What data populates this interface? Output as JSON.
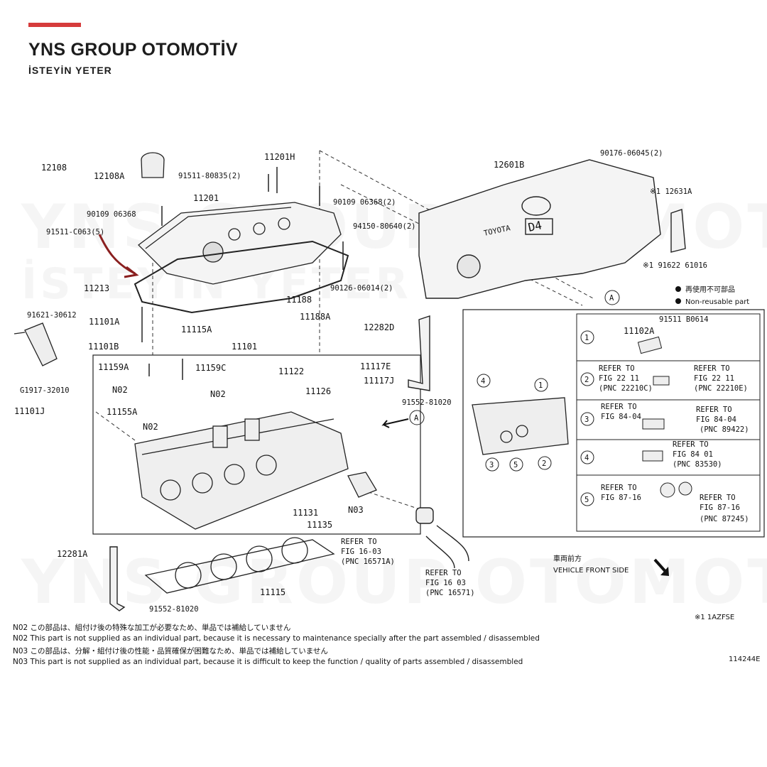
{
  "brand": {
    "title": "YNS GROUP OTOMOTİV",
    "subtitle": "İSTEYİN YETER",
    "accent": "#d63b3b"
  },
  "watermark": {
    "line1": "YNS GROUP OTOMOTİV",
    "line2": "İSTEYİN YETER"
  },
  "parts": {
    "p12108": "12108",
    "p12108A": "12108A",
    "p91511_80835": "91511-80835(2)",
    "p11201H": "11201H",
    "p11201": "11201",
    "p90109_06368": "90109 06368",
    "p91511_c063": "91511-C063(5)",
    "p90109_06368b": "90109 06368(2)",
    "p94150": "94150-80640(2)",
    "p11213": "11213",
    "p90126": "90126-06014(2)",
    "p91621": "91621-30612",
    "p11101A": "11101A",
    "p11101B": "11101B",
    "p11115A": "11115A",
    "p11188": "11188",
    "p11188A": "11188A",
    "p11101": "11101",
    "p11159A": "11159A",
    "p11159C": "11159C",
    "p11122": "11122",
    "p11126": "11126",
    "p11117E": "11117E",
    "p11117J": "11117J",
    "pN02a": "N02",
    "pN02b": "N02",
    "pN02c": "N02",
    "p11155A": "11155A",
    "pG1917": "G1917-32010",
    "p11101J": "11101J",
    "p12282D": "12282D",
    "p91552_81020": "91552-81020",
    "p11131": "11131",
    "p11135": "11135",
    "pN03": "N03",
    "p12281A": "12281A",
    "p11115": "11115",
    "p91552_81020b": "91552-81020",
    "p12601B": "12601B",
    "p90176": "90176-06045(2)",
    "p12631A": "※1 12631A",
    "p91622": "※1 91622 61016",
    "p91511_b0614": "91511 B0614",
    "p11102A": "11102A",
    "calloutA": "A",
    "arrowA": "A"
  },
  "legend": {
    "jp": "再使用不可部品",
    "en": "Non-reusable part"
  },
  "refs": {
    "r16_03a": [
      "REFER TO",
      "FIG 16-03",
      "(PNC 16571A)"
    ],
    "r16_03b": [
      "REFER TO",
      "FIG 16 03",
      "(PNC 16571)"
    ],
    "r22_11a": [
      "REFER TO",
      "FIG 22 11",
      "(PNC 22210C)"
    ],
    "r22_11b": [
      "REFER TO",
      "FIG 22 11",
      "(PNC 22210E)"
    ],
    "r84_04a": [
      "REFER TO",
      "FIG 84-04"
    ],
    "r84_04b": [
      "REFER TO",
      "FIG 84-04",
      "(PNC 89422)"
    ],
    "r84_01": [
      "REFER TO",
      "FIG 84 01",
      "(PNC 83530)"
    ],
    "r87_16a": [
      "REFER TO",
      "FIG 87-16"
    ],
    "r87_16b": [
      "REFER TO",
      "FIG 87-16",
      "(PNC 87245)"
    ]
  },
  "detail_numbers": [
    "1",
    "2",
    "3",
    "4",
    "5"
  ],
  "cover_text": {
    "toyota": "TOYOTA",
    "d4": "D4"
  },
  "vehicle": {
    "jp": "車両前方",
    "en": "VEHICLE FRONT SIDE"
  },
  "footnote_ref": "※1 1AZFSE",
  "figure_code": "114244E",
  "notes": [
    "N02  この部品は、組付け後の特殊な加工が必要なため、単品では補給していません",
    "N02  This part is not supplied as an individual part, because it is necessary to maintenance specially after the part assembled / disassembled",
    "N03  この部品は、分解・組付け後の性能・品質確保が困難なため、単品では補給していません",
    "N03  This part is not supplied as an individual part, because it is difficult to keep the function / quality of parts  assembled / disassembled"
  ]
}
